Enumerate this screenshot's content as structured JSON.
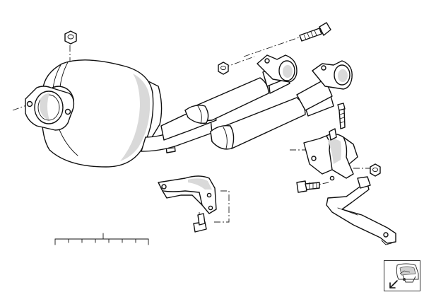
{
  "diagram": {
    "parts": [
      "catalytic-converter",
      "twin-exhaust-pipes",
      "bolt",
      "nut",
      "bracket",
      "holder",
      "scale-bar"
    ]
  },
  "navigation": {
    "thumbnail_icon": "car-rear-thumbnail-icon",
    "arrow_icon": "arrow-down-left-icon"
  }
}
